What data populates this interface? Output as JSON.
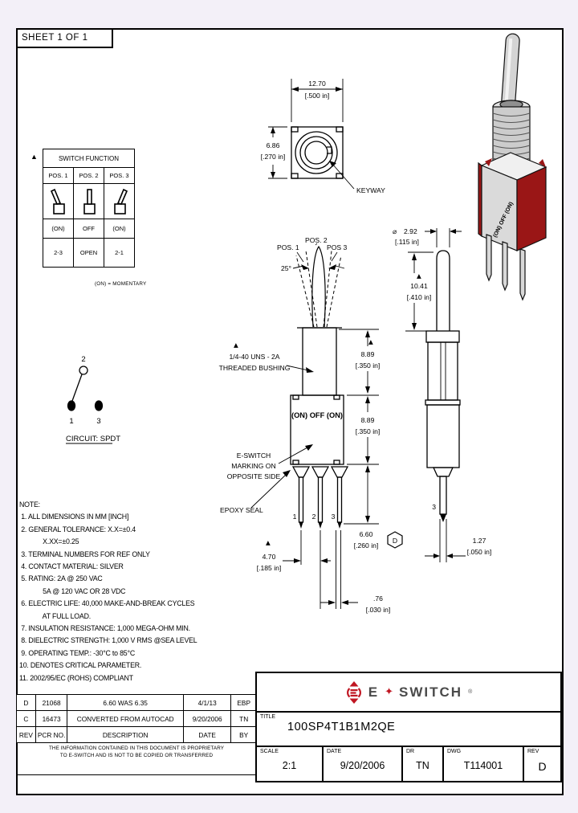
{
  "colors": {
    "line": "#000000",
    "paper": "#ffffff",
    "margin_bg": "#f3f0f8",
    "accent_red": "#c01622",
    "switch_body_red": "#9a1616"
  },
  "symbols": {
    "critical_marker": "▲",
    "diameter": "⌀",
    "logo_star": "✦",
    "registered": "®"
  },
  "sheet": {
    "label": "SHEET 1 OF 1"
  },
  "function_table": {
    "title": "SWITCH FUNCTION",
    "positions": [
      "POS. 1",
      "POS. 2",
      "POS. 3"
    ],
    "states": [
      "(ON)",
      "OFF",
      "(ON)"
    ],
    "connections": [
      "2-3",
      "OPEN",
      "2-1"
    ],
    "footnote": "(ON) = MOMENTARY"
  },
  "top_view": {
    "width_mm": "12.70",
    "width_in": "[.500 in]",
    "height_mm": "6.86",
    "height_in": "[.270 in]",
    "keyway": "KEYWAY"
  },
  "front_view": {
    "pos1": "POS. 1",
    "pos2": "POS. 2",
    "pos3": "POS 3",
    "angle": "25°",
    "bushing_note1": "1/4-40 UNS - 2A",
    "bushing_note2": "THREADED BUSHING",
    "panel_marking": "(ON) OFF (ON)",
    "marking_note1": "E-SWITCH",
    "marking_note2": "MARKING ON",
    "marking_note3": "OPPOSITE SIDE",
    "epoxy_note": "EPOXY SEAL",
    "bushing_h_mm": "8.89",
    "bushing_h_in": "[.350 in]",
    "body_h_mm": "8.89",
    "body_h_in": "[.350 in]",
    "pin_span_mm": "4.70",
    "pin_span_in": "[.185 in]",
    "pin_len_mm": "6.60",
    "pin_len_in": "[.260 in]",
    "pin_len_flag": "D",
    "pin_w_mm": ".76",
    "pin_w_in": "[.030 in]",
    "t1": "1",
    "t2": "2",
    "t3": "3"
  },
  "side_view": {
    "dia_mm": "2.92",
    "dia_in": "[.115 in]",
    "len_mm": "10.41",
    "len_in": "[.410 in]",
    "pin_mm": "1.27",
    "pin_in": "[.050 in]",
    "t3": "3"
  },
  "circuit": {
    "t1": "1",
    "t2": "2",
    "t3": "3",
    "label": "CIRCUIT: SPDT"
  },
  "notes": {
    "lines": [
      "NOTE:",
      " 1. ALL DIMENSIONS IN MM [INCH]",
      " 2. GENERAL TOLERANCE: X.X=±0.4",
      "             X.XX=±0.25",
      " 3. TERMINAL NUMBERS FOR REF ONLY",
      " 4. CONTACT MATERIAL: SILVER",
      " 5. RATING: 2A @ 250 VAC",
      "             5A @ 120 VAC OR 28 VDC",
      " 6. ELECTRIC LIFE: 40,000 MAKE-AND-BREAK CYCLES",
      "             AT FULL LOAD.",
      " 7. INSULATION RESISTANCE: 1,000 MEGA-OHM MIN.",
      " 8. DIELECTRIC STRENGTH: 1,000 V RMS @SEA LEVEL",
      " 9. OPERATING TEMP.: -30°C to 85°C",
      "10. DENOTES CRITICAL PARAMETER.",
      "11. 2002/95/EC (ROHS) COMPLIANT"
    ]
  },
  "rev_table": {
    "rows": [
      {
        "rev": "D",
        "pcr": "21068",
        "desc": "6.60 WAS 6.35",
        "date": "4/1/13",
        "by": "EBP"
      },
      {
        "rev": "C",
        "pcr": "16473",
        "desc": "CONVERTED FROM AUTOCAD",
        "date": "9/20/2006",
        "by": "TN"
      },
      {
        "rev": "REV",
        "pcr": "PCR NO.",
        "desc": "DESCRIPTION",
        "date": "DATE",
        "by": "BY"
      }
    ]
  },
  "proprietary": {
    "line1": "THE INFORMATION CONTAINED IN THIS DOCUMENT IS PROPRIETARY",
    "line2": "TO E-SWITCH AND IS NOT TO BE COPIED OR TRANSFERRED"
  },
  "title_block": {
    "brand_e": "E",
    "brand_switch": "SWITCH",
    "title_label": "TITLE",
    "title_value": "100SP4T1B1M2QE",
    "scale_label": "SCALE",
    "scale_value": "2:1",
    "date_label": "DATE",
    "date_value": "9/20/2006",
    "dr_label": "DR",
    "dr_value": "TN",
    "dwg_label": "DWG",
    "dwg_value": "T114001",
    "rev_label": "REV",
    "rev_value": "D"
  }
}
